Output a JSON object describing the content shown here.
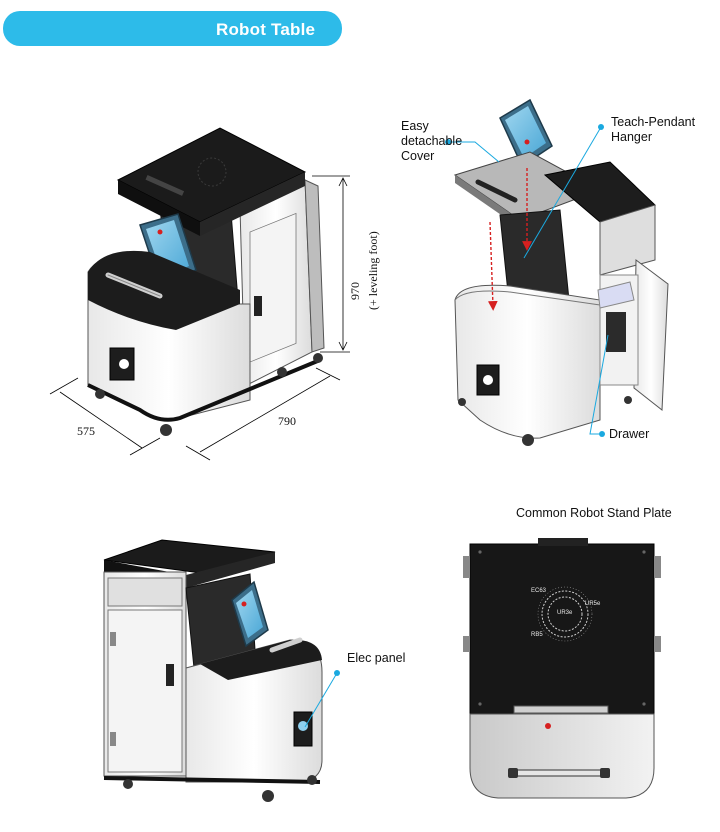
{
  "header": {
    "title": "Robot Table"
  },
  "figure1": {
    "dim_depth": "575",
    "dim_width": "790",
    "dim_height": "970",
    "dim_height_note": "(+ leveling foot)"
  },
  "figure2": {
    "cover_label": [
      "Easy",
      "detachable",
      "Cover"
    ],
    "pendant_label": [
      "Teach-Pendant",
      "Hanger"
    ],
    "drawer_label": "Drawer"
  },
  "figure3": {
    "panel_label": "Elec panel"
  },
  "figure4": {
    "title": "Common Robot Stand Plate",
    "marks": [
      "EC63",
      "UR5e",
      "UR3e",
      "RB5"
    ]
  },
  "colors": {
    "accent": "#2dbbe9",
    "callout": "#1aa9e0",
    "arrow": "#d62020",
    "top": "#1b1b1b"
  }
}
